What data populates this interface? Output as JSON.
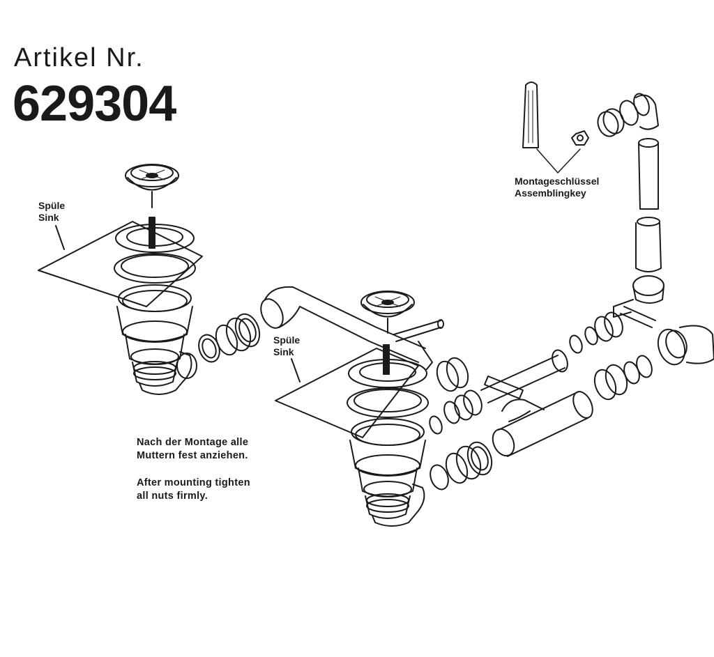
{
  "header": {
    "label": "Artikel Nr.",
    "number": "629304"
  },
  "callouts": {
    "sink_left": {
      "de": "Spüle",
      "en": "Sink"
    },
    "sink_right": {
      "de": "Spüle",
      "en": "Sink"
    },
    "key": {
      "de": "Montageschlüssel",
      "en": "Assemblingkey"
    }
  },
  "notes": {
    "de_line1": "Nach der Montage alle",
    "de_line2": "Muttern fest anziehen.",
    "en_line1": "After mounting tighten",
    "en_line2": "all nuts firmly."
  },
  "colors": {
    "ink": "#1a1a1a",
    "paper": "#ffffff"
  }
}
